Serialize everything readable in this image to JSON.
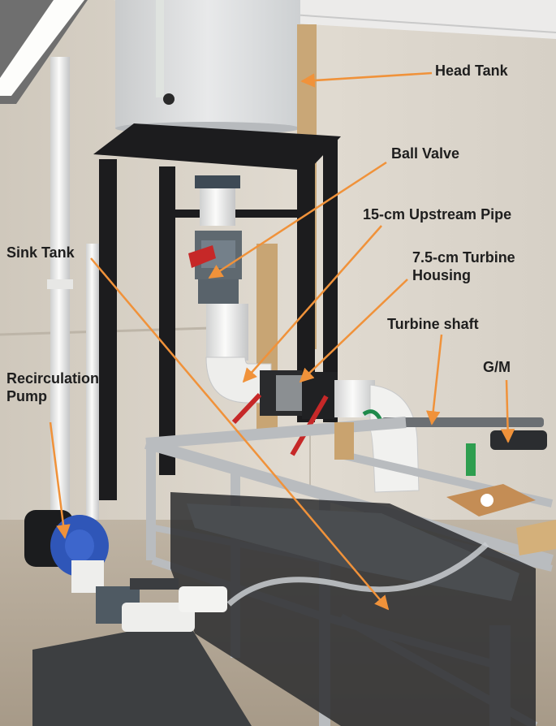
{
  "labels": {
    "head_tank": "Head Tank",
    "ball_valve": "Ball Valve",
    "upstream_pipe": "15-cm Upstream Pipe",
    "sink_tank": "Sink Tank",
    "turbine_housing_line1": "7.5-cm Turbine",
    "turbine_housing_line2": "Housing",
    "turbine_shaft": "Turbine shaft",
    "recirculation_pump_line1": "Recirculation",
    "recirculation_pump_line2": "Pump",
    "gm": "G/M"
  },
  "colors": {
    "annotation_arrow": "#f0923a",
    "label_text": "#1e1e1e",
    "pvc_pipe": "#f2f2f0",
    "frame_metal": "#b9bcbf",
    "stand_black": "#1c1c1e",
    "pump_blue": "#2f56b8",
    "ball_valve_red": "#c62828",
    "wall": "#d9d3c9"
  }
}
